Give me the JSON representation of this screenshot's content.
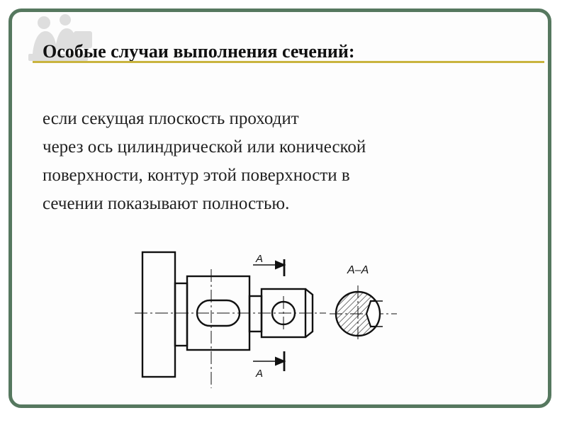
{
  "slide": {
    "title": "Особые случаи выполнения сечений:",
    "body_lines": [
      "если секущая плоскость проходит",
      "через ось цилиндрической или конической",
      "поверхности,  контур этой поверхности в",
      "сечении показывают полностью."
    ]
  },
  "drawing": {
    "section_mark_top": "A",
    "section_mark_bottom": "A",
    "section_title": "A–A"
  },
  "colors": {
    "frame": "#56785f",
    "title_rule": "#c9b43f",
    "line": "#111111"
  },
  "icons": {
    "logo": "people-silhouette-logo"
  }
}
